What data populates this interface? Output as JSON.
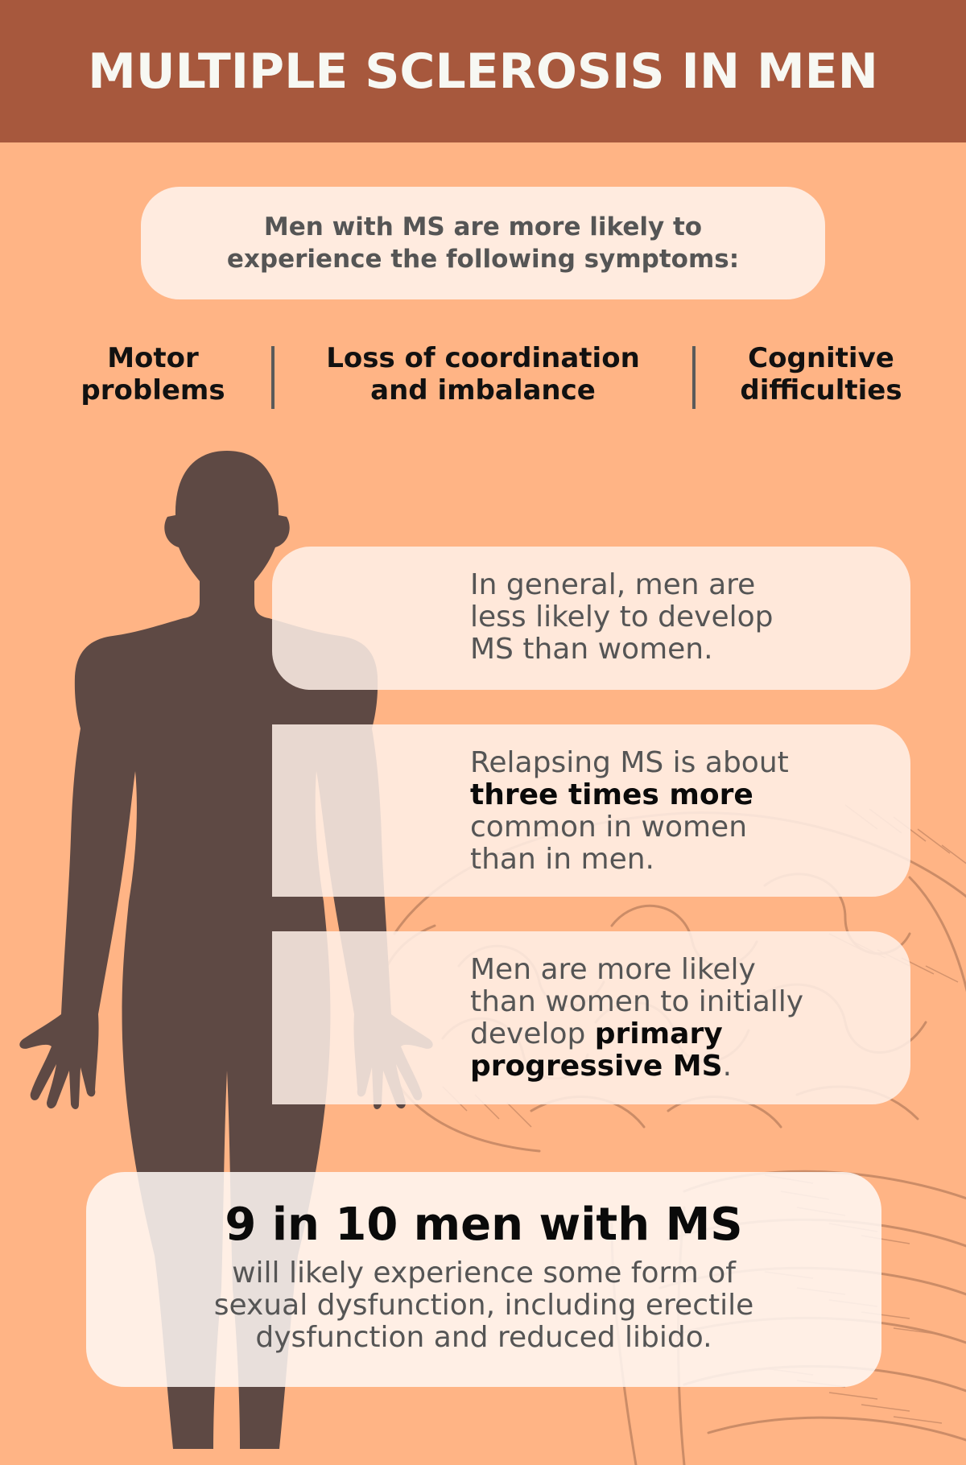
{
  "header": {
    "title": "MULTIPLE SCLEROSIS IN MEN"
  },
  "intro": {
    "line1": "Men with MS are more likely to",
    "line2": "experience the following symptoms:"
  },
  "symptoms": [
    {
      "line1": "Motor",
      "line2": "problems"
    },
    {
      "line1": "Loss of coordination",
      "line2": "and imbalance"
    },
    {
      "line1": "Cognitive",
      "line2": "difficulties"
    }
  ],
  "facts": [
    {
      "lines": [
        "In general, men are",
        "less likely to develop",
        "MS than women."
      ]
    },
    {
      "line1": "Relapsing MS is about",
      "bold": "three times more",
      "line3": "common in women",
      "line4": "than in men."
    },
    {
      "line1": "Men are more likely",
      "line2": "than women to initially",
      "line3_regular": "develop ",
      "line3_bold": "primary",
      "line4_bold": "progressive MS",
      "line4_regular": "."
    }
  ],
  "stat": {
    "headline": "9 in 10 men with MS",
    "lines": [
      "will likely experience some form of",
      "sexual dysfunction, including erectile",
      "dysfunction and reduced libido."
    ]
  },
  "colors": {
    "header_bg": "#a7583d",
    "page_bg": "#ffb485",
    "silhouette": "#5e4944",
    "box_bg": "#ffebdf",
    "text_gray": "#555555",
    "text_dark": "#0a0a0a",
    "brain_sketch": "#c98a66"
  },
  "icons": {
    "silhouette": "human-body-silhouette-icon",
    "brain": "brain-engraving-icon"
  }
}
